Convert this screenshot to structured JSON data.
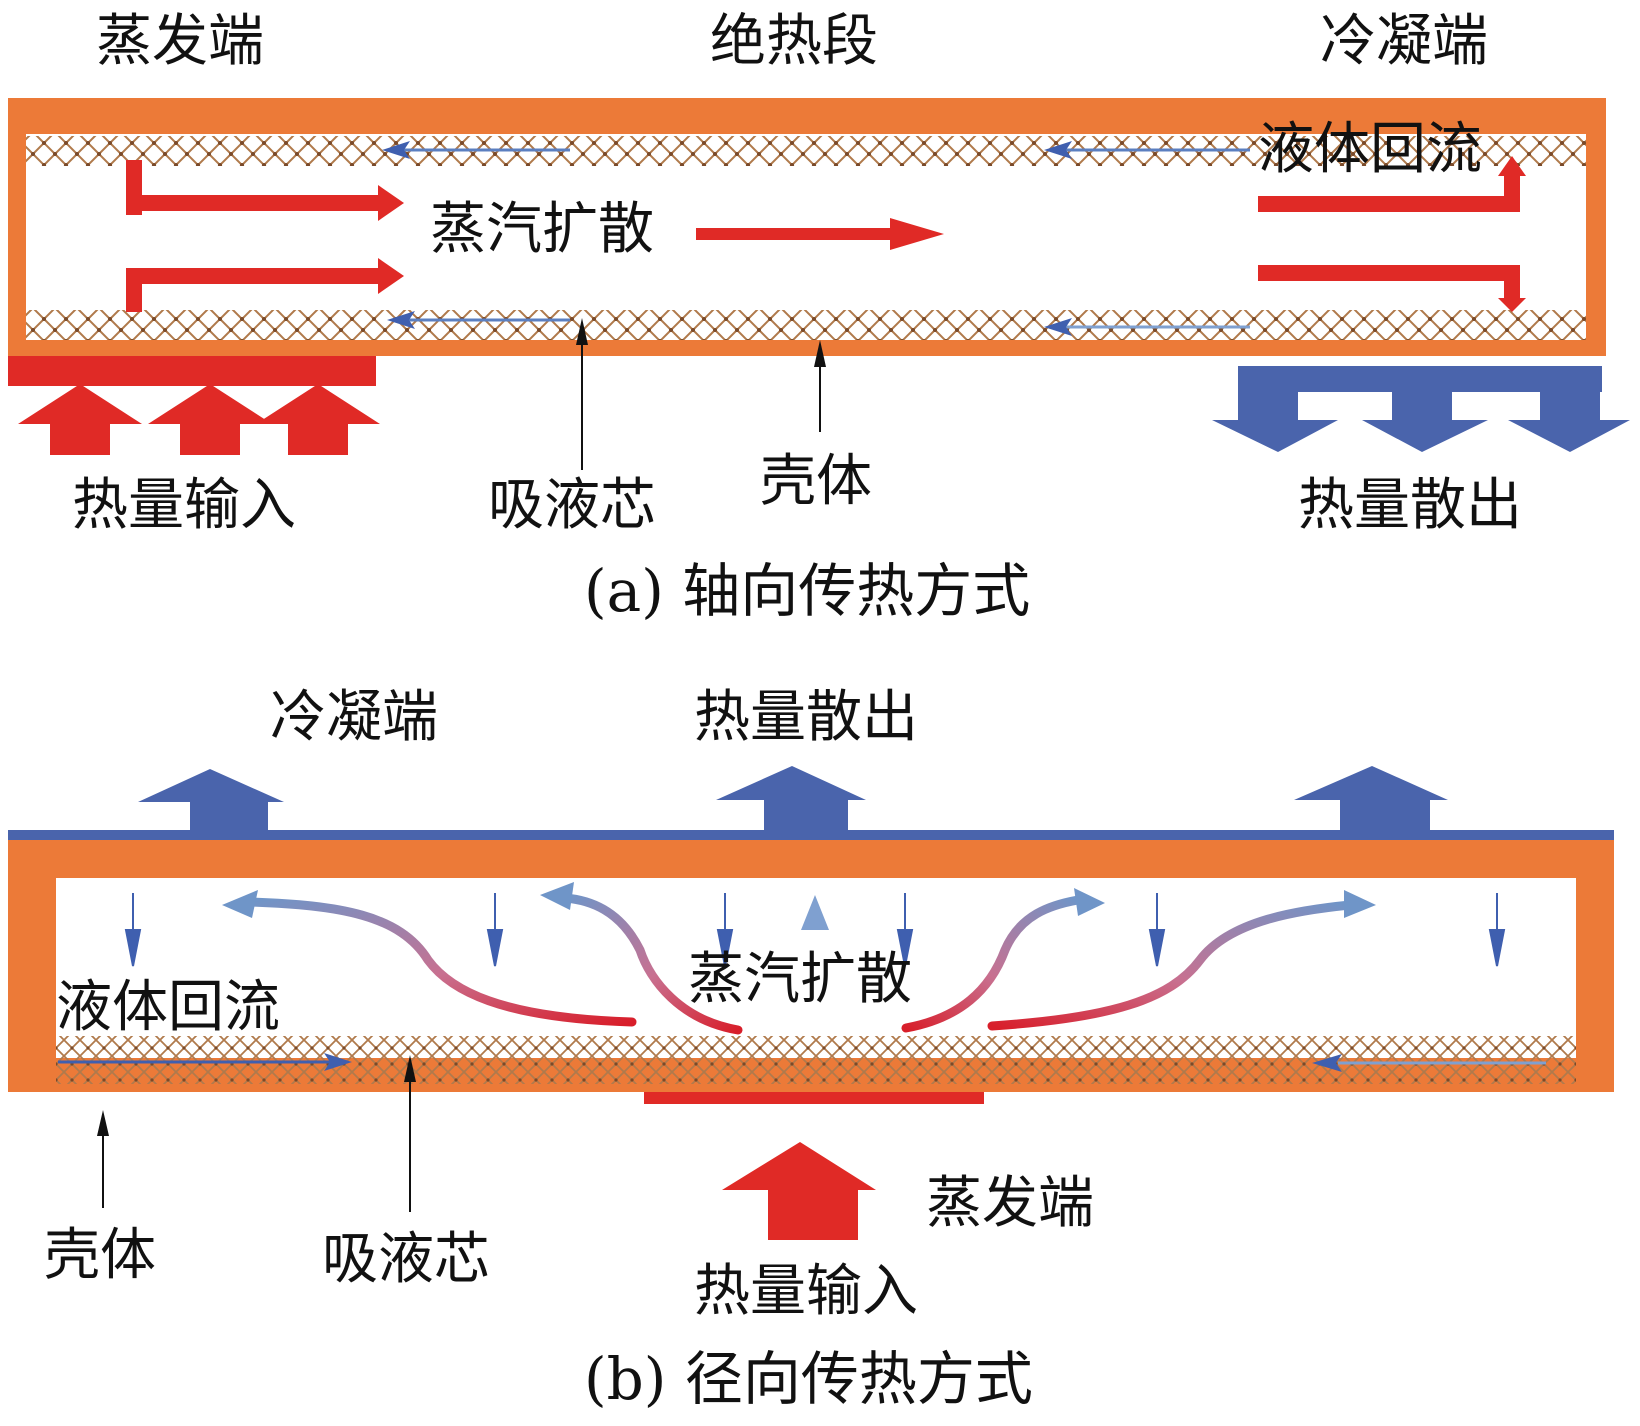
{
  "colors": {
    "shell": "#EC7A38",
    "vapor_red": "#E02A26",
    "liquid_blue": "#3F5FAF",
    "heat_out_blue": "#4A64AC",
    "wick": "#B07A4C",
    "text": "#111111"
  },
  "panel_a": {
    "caption": "(a) 轴向传热方式",
    "section_labels": {
      "evaporator": "蒸发端",
      "adiabatic": "绝热段",
      "condenser": "冷凝端"
    },
    "inner_labels": {
      "vapor_diffusion": "蒸汽扩散",
      "liquid_return": "液体回流"
    },
    "callouts": {
      "wick": "吸液芯",
      "shell": "壳体"
    },
    "heat_input": "热量输入",
    "heat_output": "热量散出"
  },
  "panel_b": {
    "caption": "(b) 径向传热方式",
    "top_labels": {
      "condenser": "冷凝端",
      "heat_output": "热量散出"
    },
    "inner_labels": {
      "vapor_diffusion": "蒸汽扩散",
      "liquid_return": "液体回流"
    },
    "callouts": {
      "shell": "壳体",
      "wick": "吸液芯"
    },
    "evaporator": "蒸发端",
    "heat_input": "热量输入"
  }
}
